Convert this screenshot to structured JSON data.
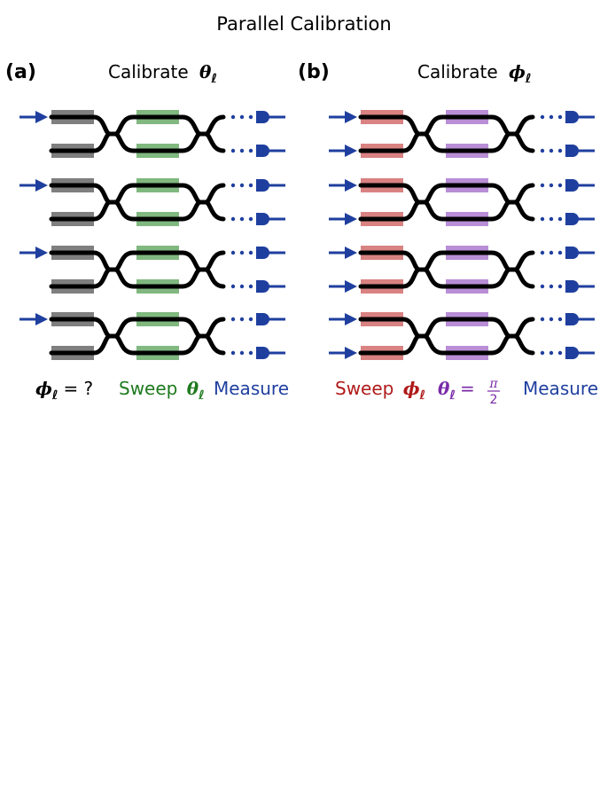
{
  "title": "Parallel Calibration",
  "panel_a": {
    "label": "(a)",
    "heading_text": "Calibrate",
    "heading_symbol": "θ",
    "heading_subscript": "ℓ",
    "num_pairs": 4,
    "input_rows": [
      0,
      2,
      4,
      6
    ],
    "stage1_color": "#7f7f7f",
    "stage2_color": "#80b880",
    "foot_phi": "ϕ",
    "foot_phi_sub": "ℓ",
    "foot_eq": "= ?",
    "foot_sweep": "Sweep",
    "foot_theta": "θ",
    "foot_theta_sub": "ℓ",
    "foot_measure": "Measure",
    "sweep_color": "#1e7a1e"
  },
  "panel_b": {
    "label": "(b)",
    "heading_text": "Calibrate",
    "heading_symbol": "ϕ",
    "heading_subscript": "ℓ",
    "num_pairs": 4,
    "input_rows": [
      0,
      1,
      2,
      3,
      4,
      5,
      6,
      7
    ],
    "stage1_color": "#d98282",
    "stage2_color": "#b98ed6",
    "foot_sweep": "Sweep",
    "foot_phi": "ϕ",
    "foot_phi_sub": "ℓ",
    "foot_theta": "θ",
    "foot_theta_sub": "ℓ",
    "foot_eq": "=",
    "foot_frac_num": "π",
    "foot_frac_den": "2",
    "foot_measure": "Measure",
    "sweep_color": "#b01a1a",
    "theta_color": "#7a2aa8"
  },
  "colors": {
    "waveguide": "#000000",
    "io": "#1f3f9f",
    "measure_text": "#1f3f9f"
  }
}
